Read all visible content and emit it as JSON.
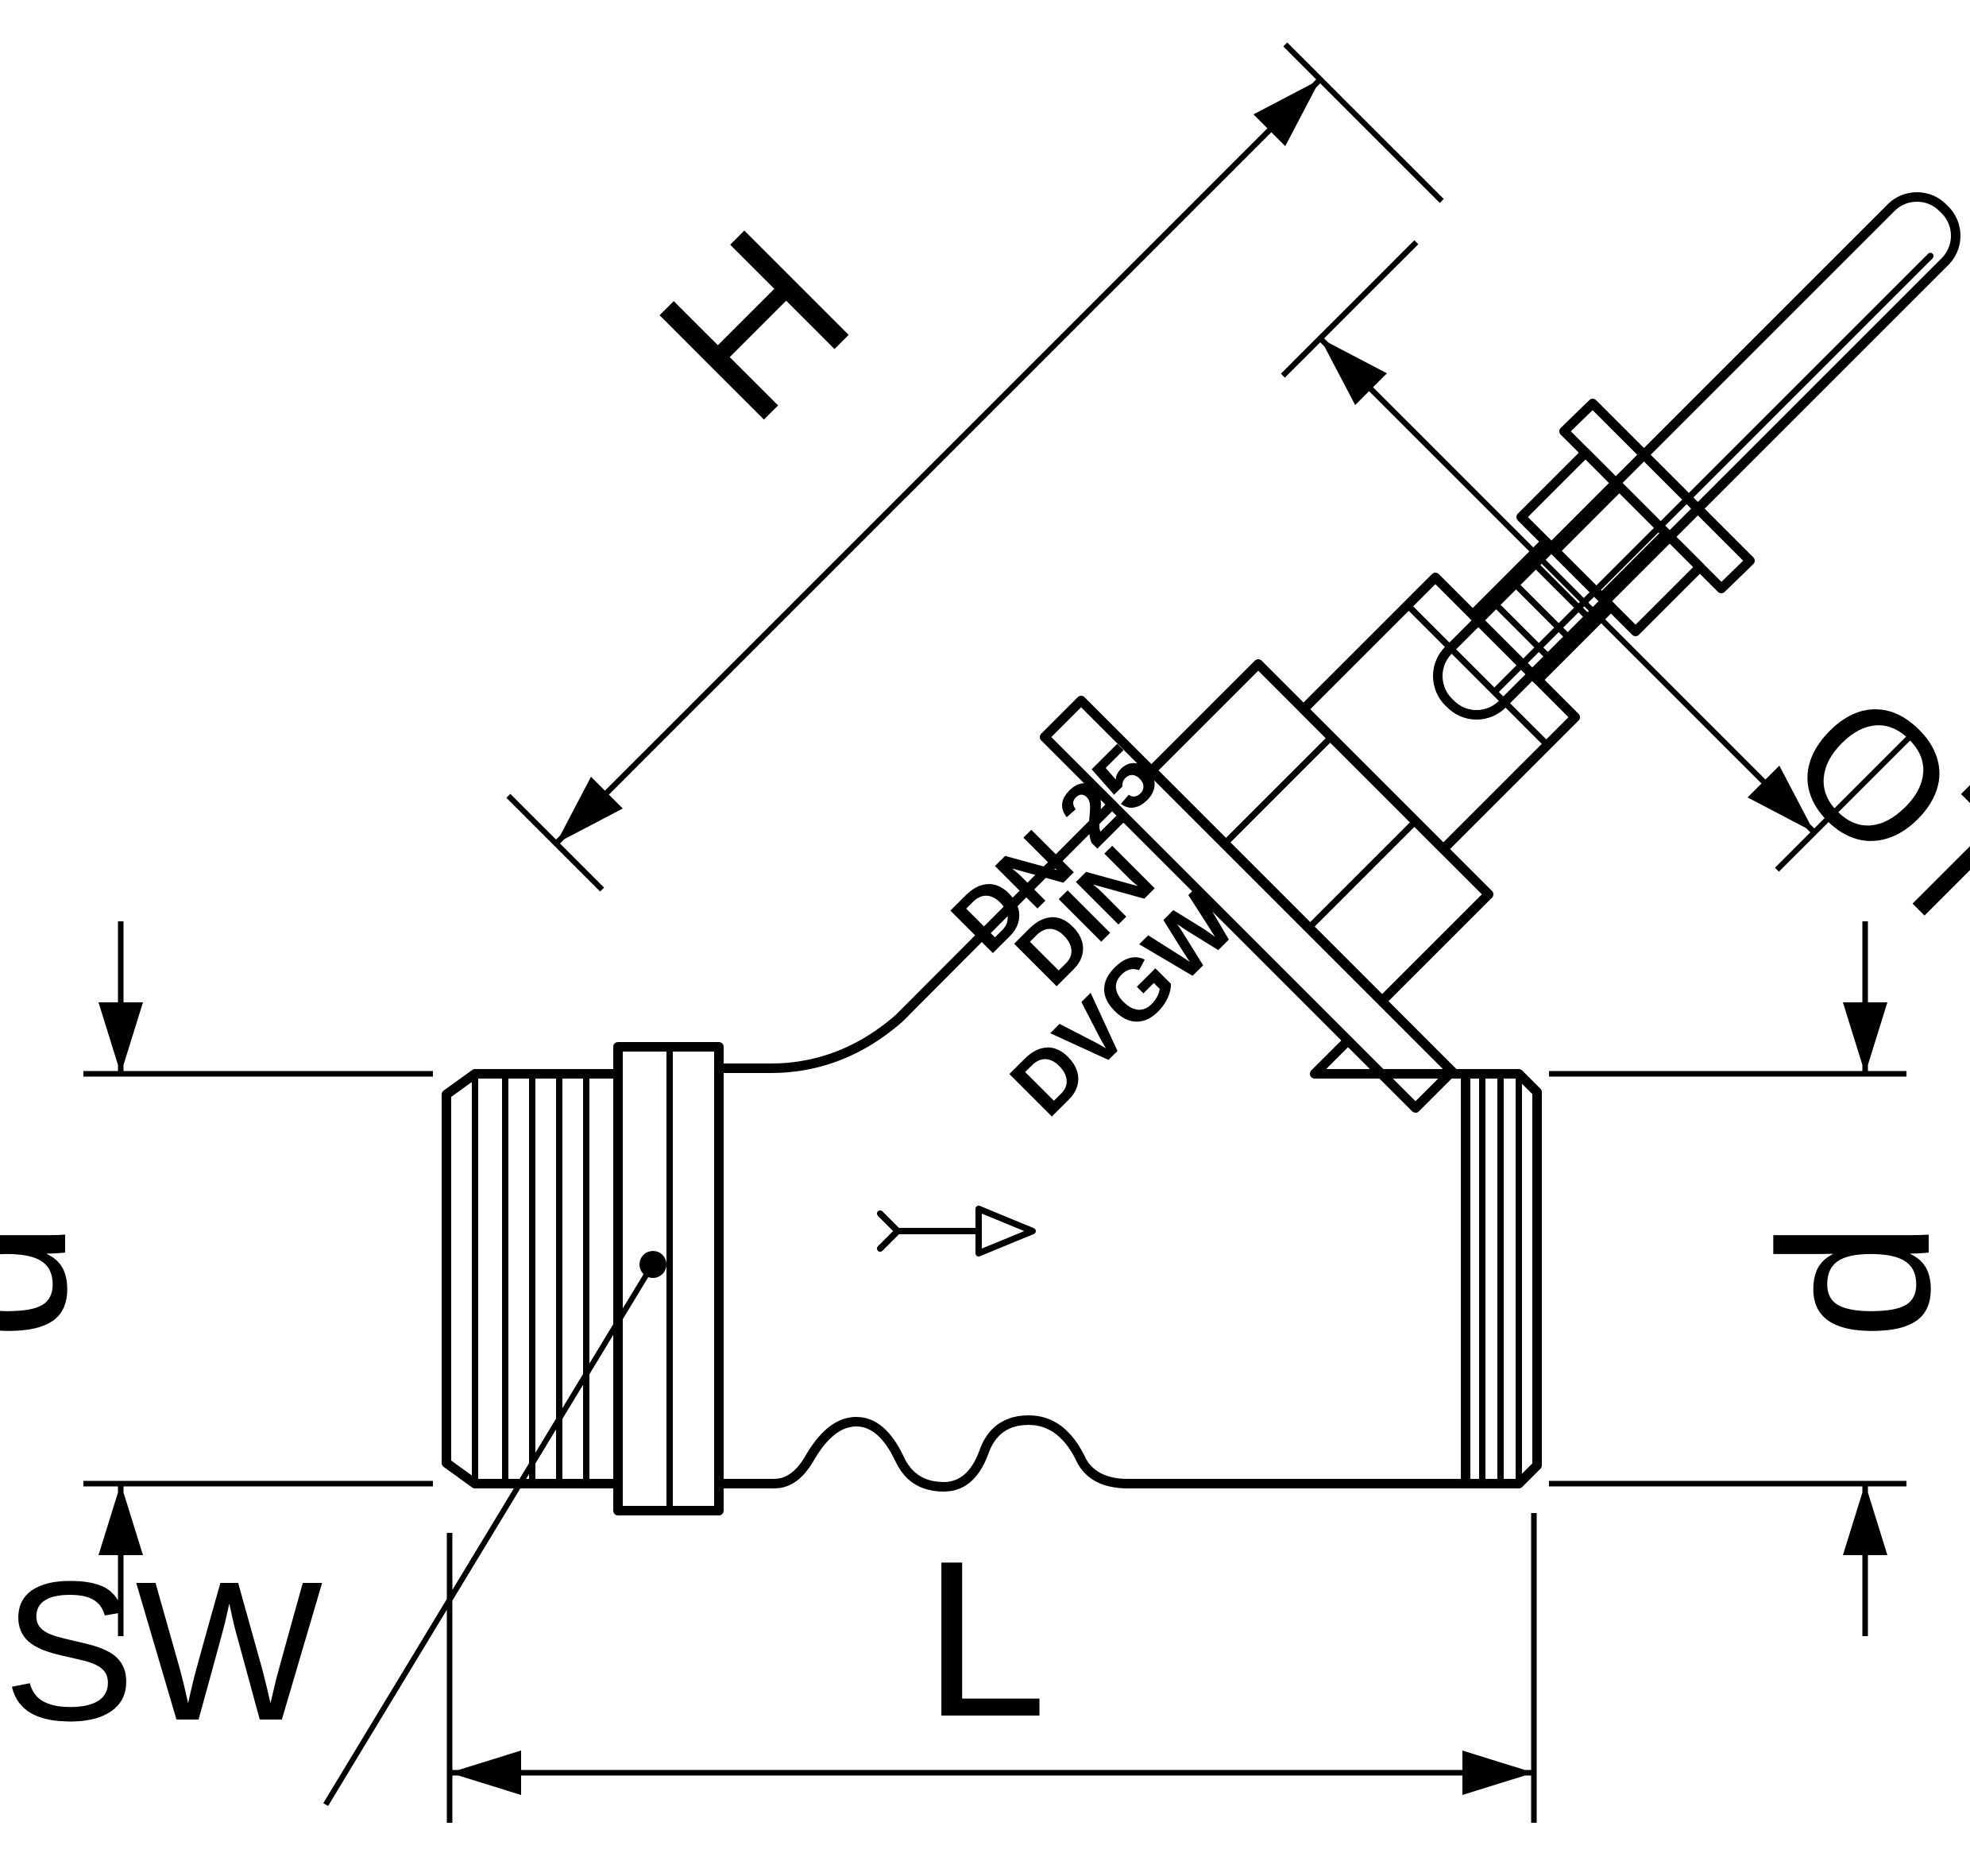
{
  "drawing": {
    "type": "valve-technical-drawing",
    "colors": {
      "background": "#ffffff",
      "line": "#000000"
    },
    "dimensions": {
      "height_label": "H",
      "handwheel_label": "OT",
      "diameter_left_label": "d",
      "diameter_right_label": "d",
      "wrench_size_label": "SW",
      "length_label": "L"
    },
    "markings": {
      "line1": "DN 25",
      "line2": "DIN",
      "line3": "DVGW"
    }
  }
}
